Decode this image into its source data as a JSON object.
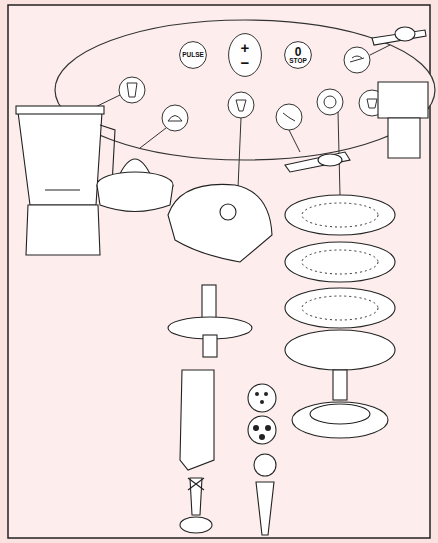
{
  "diagram": {
    "nodes": [
      {
        "text": [
          "PULSE"
        ]
      },
      {
        "text": [
          "+",
          "−"
        ]
      },
      {
        "text": [
          "0",
          "STOP"
        ]
      }
    ]
  }
}
